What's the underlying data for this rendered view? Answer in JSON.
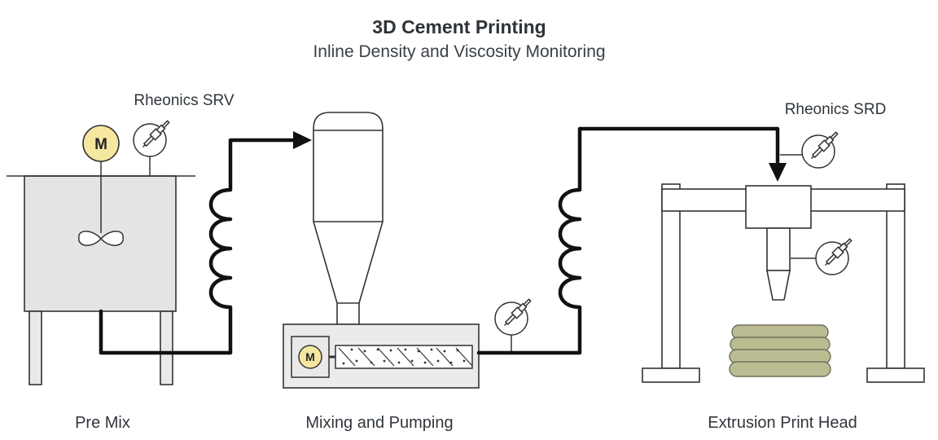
{
  "title": "3D Cement Printing",
  "subtitle": "Inline Density and Viscosity Monitoring",
  "labels": {
    "premix": "Pre Mix",
    "mixing": "Mixing and Pumping",
    "extrusion": "Extrusion Print Head",
    "srv_sensor": "Rheonics SRV",
    "srd_sensor": "Rheonics SRD",
    "motor": "M"
  },
  "icons": {
    "sensor_probe": "rheonics-probe-sensor-icon",
    "motor_badge": "motor-icon"
  },
  "colors": {
    "motor_fill": "#f6e7a0",
    "tank_fill": "#e4e4e4",
    "housing_fill": "#ebebeb",
    "layer_fill": "#bcbc93",
    "layer_stroke": "#70705a",
    "outline": "#333333",
    "pipe": "#111111",
    "text": "#30363c"
  }
}
